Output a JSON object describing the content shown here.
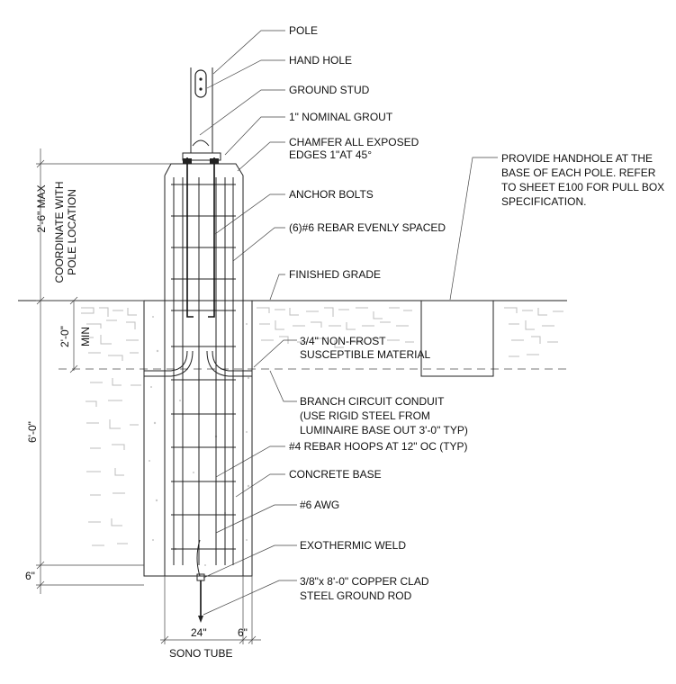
{
  "callouts": {
    "pole": "POLE",
    "hand_hole": "HAND HOLE",
    "ground_stud": "GROUND STUD",
    "nominal_grout": "1\" NOMINAL GROUT",
    "chamfer_1": "CHAMFER ALL EXPOSED",
    "chamfer_2": "EDGES 1\"AT 45°",
    "anchor_bolts": "ANCHOR BOLTS",
    "rebar_spaced": "(6)#6 REBAR EVENLY SPACED",
    "finished_grade": "FINISHED GRADE",
    "non_frost_1": "3/4\" NON-FROST",
    "non_frost_2": "SUSCEPTIBLE MATERIAL",
    "branch_1": "BRANCH CIRCUIT CONDUIT",
    "branch_2": "(USE RIGID STEEL FROM",
    "branch_3": "LUMINAIRE BASE OUT 3'-0\" TYP)",
    "rebar_hoops": "#4 REBAR HOOPS AT 12\" OC (TYP)",
    "concrete_base": "CONCRETE BASE",
    "awg": "#6 AWG",
    "exothermic_weld": "EXOTHERMIC WELD",
    "ground_rod_1": "3/8\"x 8'-0\" COPPER CLAD",
    "ground_rod_2": "STEEL GROUND ROD",
    "handhole_note_1": "PROVIDE HANDHOLE AT THE",
    "handhole_note_2": "BASE OF EACH POLE. REFER",
    "handhole_note_3": "TO SHEET E100 FOR PULL BOX",
    "handhole_note_4": "SPECIFICATION."
  },
  "dimensions": {
    "max_above": "2'-6\" MAX",
    "coordinate_1": "COORDINATE WITH",
    "coordinate_2": "POLE LOCATION",
    "two_ft": "2'-0\"",
    "min": "MIN",
    "six_ft": "6'-0\"",
    "six_in_bottom": "6\"",
    "width_24": "24\"",
    "width_6": "6\"",
    "sono_tube": "SONO TUBE"
  }
}
